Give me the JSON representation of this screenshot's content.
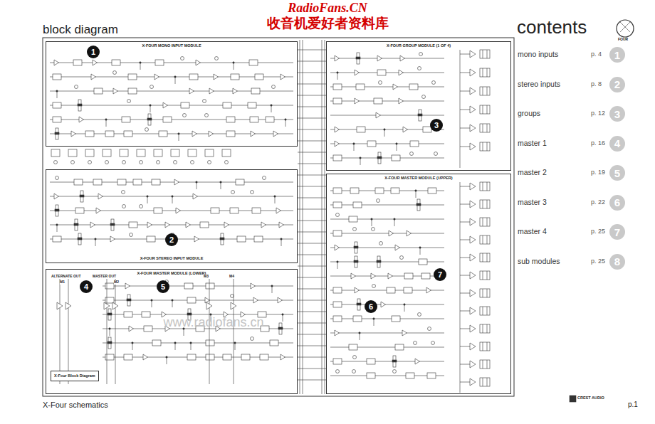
{
  "diagram": {
    "title": "block diagram",
    "nodes": [
      {
        "text": [
          "X-FOUR MONO INPUT MODULE"
        ]
      },
      {
        "text": [
          "1"
        ],
        "in": 0
      },
      {
        "text": [
          "X-FOUR STEREO INPUT MODULE"
        ]
      },
      {
        "text": [
          "2"
        ],
        "in": 2
      },
      {
        "text": [
          "X-FOUR MASTER MODULE (LOWER)"
        ]
      },
      {
        "text": [
          "4"
        ],
        "in": 4
      },
      {
        "text": [
          "5"
        ],
        "in": 4
      },
      {
        "text": [
          "X-Four Block Diagram"
        ],
        "in": 4
      },
      {
        "text": [
          "X-FOUR GROUP MODULE (1 OF 4)"
        ]
      },
      {
        "text": [
          "3"
        ],
        "in": 8
      },
      {
        "text": [
          "X-FOUR MASTER MODULE (UPPER)"
        ]
      },
      {
        "text": [
          "7"
        ],
        "in": 10
      },
      {
        "text": [
          "6"
        ],
        "in": 10
      },
      {
        "text": [
          "1"
        ]
      },
      {
        "text": [
          "2"
        ]
      },
      {
        "text": [
          "3"
        ]
      },
      {
        "text": [
          "4"
        ]
      },
      {
        "text": [
          "5"
        ]
      },
      {
        "text": [
          "6"
        ]
      },
      {
        "text": [
          "7"
        ]
      },
      {
        "text": [
          "8"
        ]
      }
    ],
    "labels": [
      "RadioFans.CN",
      "收音机爱好者资料库",
      "www.radiofans.cn",
      "contents",
      "FOUR",
      "mono inputs",
      "p. 4",
      "stereo inputs",
      "p. 8",
      "groups",
      "p. 12",
      "master 1",
      "p. 16",
      "master 2",
      "p. 19",
      "master 3",
      "p. 22",
      "master 4",
      "p. 25",
      "sub modules",
      "p. 25",
      "ALTERNATE OUT",
      "MASTER OUT",
      "M1",
      "M2",
      "M3",
      "M4",
      "X-Four schematics",
      "CREST AUDIO",
      "p.1"
    ]
  }
}
